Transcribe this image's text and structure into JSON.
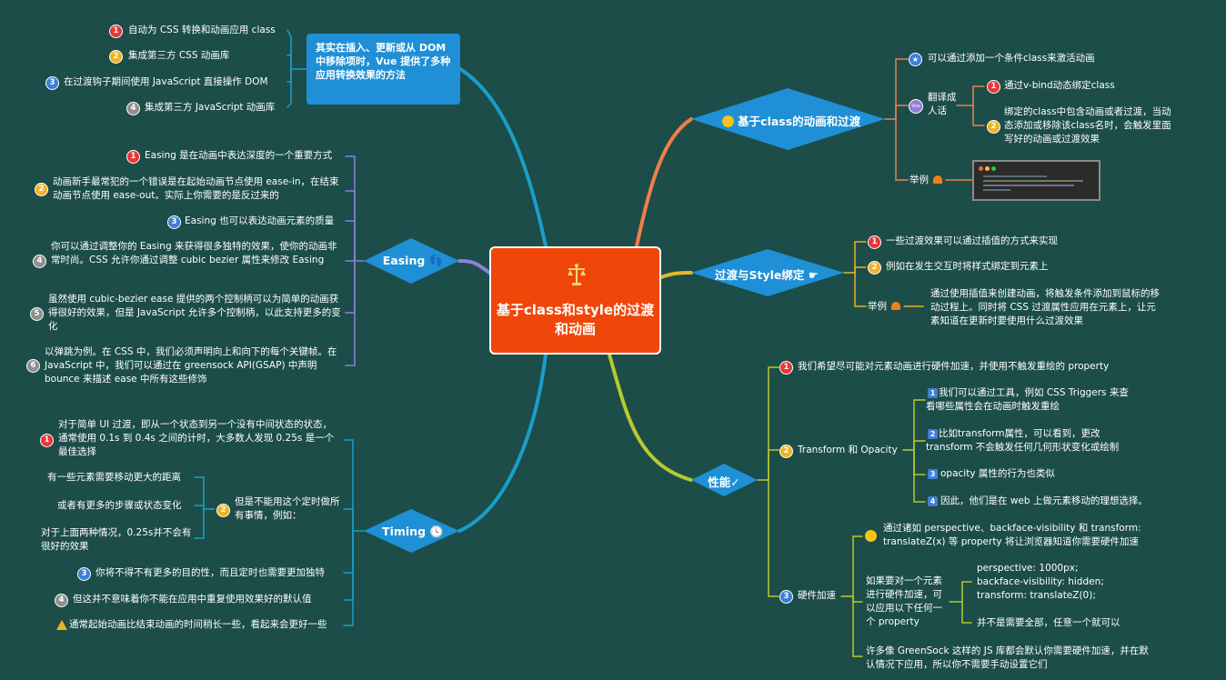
{
  "central": {
    "title": "基于class和style的过渡和动画",
    "icon": "scales-icon"
  },
  "callout": {
    "text": "其实在插入、更新或从 DOM 中移除项时，Vue 提供了多种应用转换效果的方法"
  },
  "callout_items": [
    {
      "n": "1",
      "text": "自动为 CSS 转换和动画应用 class"
    },
    {
      "n": "2",
      "text": "集成第三方 CSS 动画库"
    },
    {
      "n": "3",
      "text": "在过渡钩子期间使用 JavaScript 直接操作 DOM"
    },
    {
      "n": "4",
      "text": "集成第三方 JavaScript 动画库"
    }
  ],
  "branch_class": {
    "label": "基于class的动画和过渡",
    "item1": "可以通过添加一个条件class来激活动画",
    "translate_label": "翻译成人话",
    "t1": "通过v-bind动态绑定class",
    "t2": "绑定的class中包含动画或者过渡，当动态添加或移除该class名时，会触发里面写好的动画或过渡效果",
    "example": "举例"
  },
  "branch_style": {
    "label": "过渡与Style绑定",
    "item1": "一些过渡效果可以通过插值的方式来实现",
    "item2": "例如在发生交互时将样式绑定到元素上",
    "example": "举例",
    "example_text": "通过使用插值来创建动画，将触发条件添加到鼠标的移动过程上。同时将 CSS 过渡属性应用在元素上，让元素知道在更新时要使用什么过渡效果"
  },
  "branch_perf": {
    "label": "性能✓",
    "item1": "我们希望尽可能对元素动画进行硬件加速，并使用不触发重绘的 property",
    "item2": "Transform 和 Opacity",
    "sub": [
      "我们可以通过工具，例如 CSS Triggers 来查看哪些属性会在动画时触发重绘",
      "比如transform属性，可以看到，更改 transform 不会触发任何几何形状变化或绘制",
      "opacity 属性的行为也类似",
      "因此，他们是在 web 上做元素移动的理想选择。"
    ],
    "item3": "硬件加速",
    "hw1": "通过诸如 perspective、backface-visibility 和 transform: translateZ(x) 等 property 将让浏览器知道你需要硬件加速",
    "hw2": "如果要对一个元素进行硬件加速，可以应用以下任何一个 property",
    "hw2_code": "perspective: 1000px;\nbackface-visibility: hidden;\ntransform: translateZ(0);",
    "hw2_note": "并不是需要全部，任意一个就可以",
    "hw3": "许多像 GreenSock 这样的 JS 库都会默认你需要硬件加速，并在默认情况下应用，所以你不需要手动设置它们"
  },
  "branch_easing": {
    "label": "Easing",
    "items": [
      {
        "n": "1",
        "text": "Easing 是在动画中表达深度的一个重要方式"
      },
      {
        "n": "2",
        "text": "动画新手最常犯的一个错误是在起始动画节点使用 ease-in，在结束动画节点使用 ease-out。实际上你需要的是反过来的"
      },
      {
        "n": "3",
        "text": "Easing 也可以表达动画元素的质量"
      },
      {
        "n": "4",
        "text": "你可以通过调整你的 Easing 来获得很多独特的效果，使你的动画非常时尚。CSS 允许你通过调整 cubic bezier 属性来修改 Easing"
      },
      {
        "n": "5",
        "text": "虽然使用 cubic-bezier ease 提供的两个控制柄可以为简单的动画获得很好的效果，但是 JavaScript 允许多个控制柄，以此支持更多的变化"
      },
      {
        "n": "6",
        "text": "以弹跳为例。在 CSS 中，我们必须声明向上和向下的每个关键帧。在 JavaScript 中，我们可以通过在 greensock API(GSAP) 中声明 bounce 来描述 ease 中所有这些修饰"
      }
    ]
  },
  "branch_timing": {
    "label": "Timing",
    "item1": "对于简单 UI 过渡，即从一个状态到另一个没有中间状态的状态，通常使用 0.1s 到 0.4s 之间的计时，大多数人发现 0.25s 是一个最佳选择",
    "item2": "但是不能用这个定时做所有事情，例如：",
    "item2_sub": [
      "有一些元素需要移动更大的距离",
      "或者有更多的步骤或状态变化",
      "对于上面两种情况，0.25s并不会有很好的效果"
    ],
    "item3": "你将不得不有更多的目的性，而且定时也需要更加独特",
    "item4": "但这并不意味着你不能在应用中重复使用效果好的默认值",
    "item5": "通常起始动画比结束动画的时间稍长一些，看起来会更好一些"
  },
  "colors": {
    "background": "#1c4d48",
    "central": "#f0460a",
    "diamond": "#1f8fd6",
    "branch_orange": "#f07f4a",
    "branch_yellow": "#e8b52a",
    "branch_green": "#b8c931",
    "branch_purple": "#8f7fd8",
    "branch_blue": "#1a9ec9"
  }
}
